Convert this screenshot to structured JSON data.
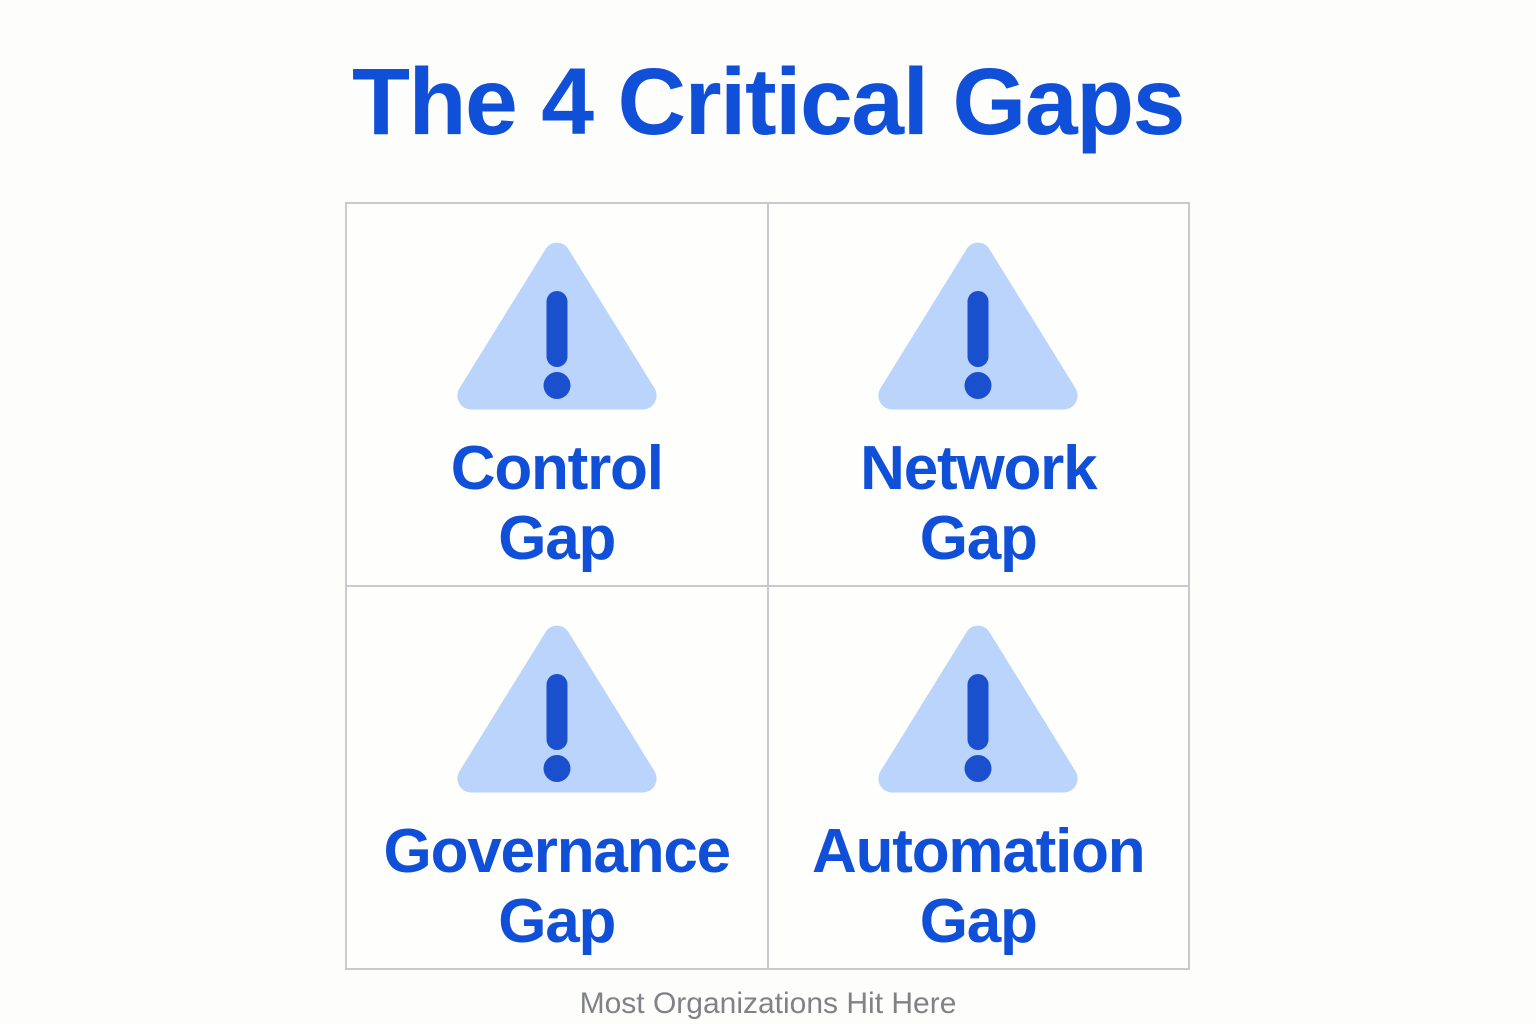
{
  "page": {
    "title": "The 4 Critical Gaps",
    "footer_note": "Most Organizations Hit Here",
    "background_color": "#fdfdfc"
  },
  "colors": {
    "accent_blue": "#1050d8",
    "icon_fill_light": "#bad4fc",
    "icon_mark_blue": "#1a50ce",
    "grid_line": "#c9c9ce",
    "card_background": "#fefefd",
    "footer_text": "#808285"
  },
  "grid": {
    "columns": 2,
    "rows": 2,
    "cells": [
      {
        "icon": "warning-triangle-icon",
        "label": "Control\nGap",
        "label_line1": "Control",
        "label_line2": "Gap"
      },
      {
        "icon": "warning-triangle-icon",
        "label": "Network\nGap",
        "label_line1": "Network",
        "label_line2": "Gap"
      },
      {
        "icon": "warning-triangle-icon",
        "label": "Governance\nGap",
        "label_line1": "Governance",
        "label_line2": "Gap"
      },
      {
        "icon": "warning-triangle-icon",
        "label": "Automation\nGap",
        "label_line1": "Automation",
        "label_line2": "Gap"
      }
    ]
  }
}
